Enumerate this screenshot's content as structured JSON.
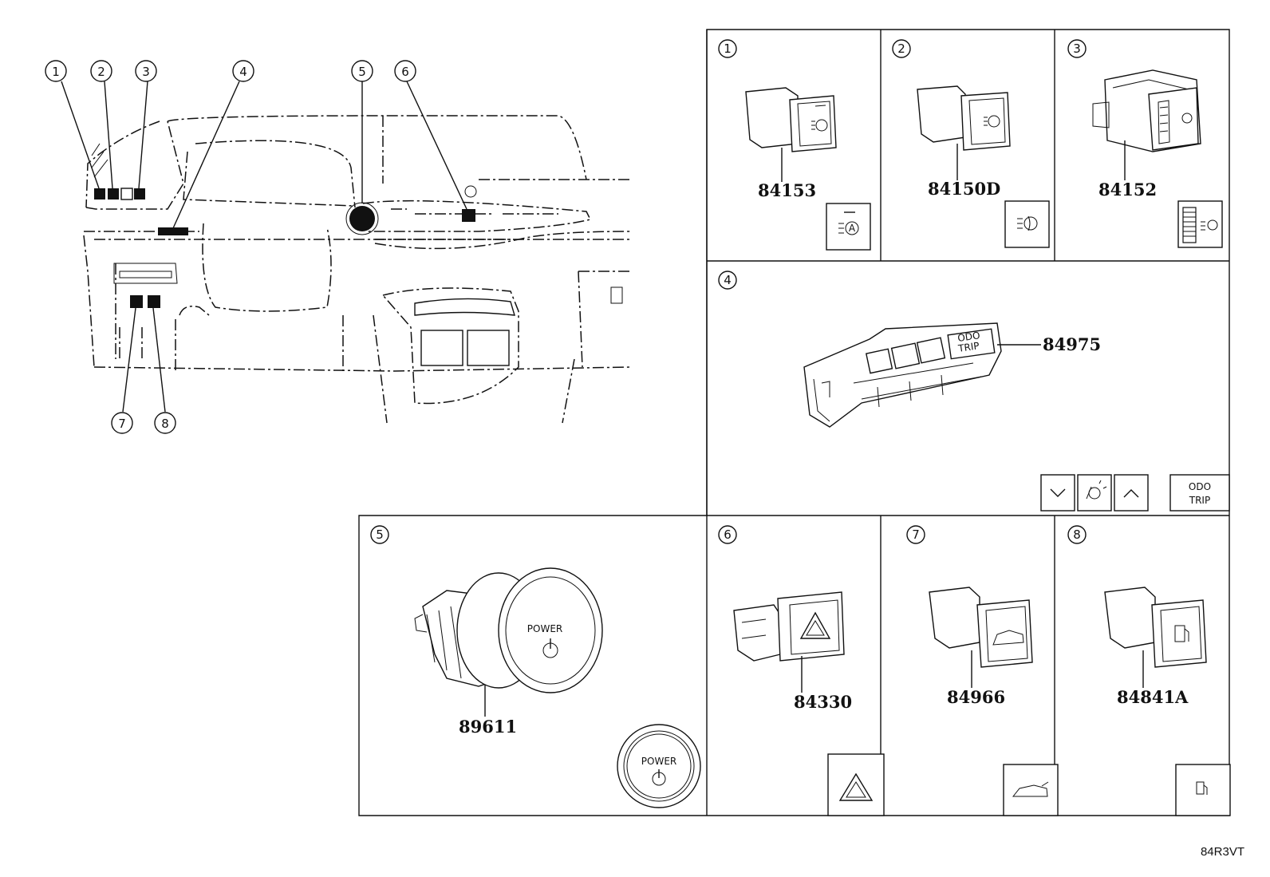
{
  "callouts": [
    {
      "num": "1",
      "part": "84153"
    },
    {
      "num": "2",
      "part": "84150D"
    },
    {
      "num": "3",
      "part": "84152"
    },
    {
      "num": "4",
      "part": "84975"
    },
    {
      "num": "5",
      "part": "89611"
    },
    {
      "num": "6",
      "part": "84330"
    },
    {
      "num": "7",
      "part": "84966"
    },
    {
      "num": "8",
      "part": "84841A"
    }
  ],
  "labels": {
    "power": "POWER",
    "odo": "ODO",
    "trip": "TRIP"
  },
  "diagram_code": "84R3VT"
}
